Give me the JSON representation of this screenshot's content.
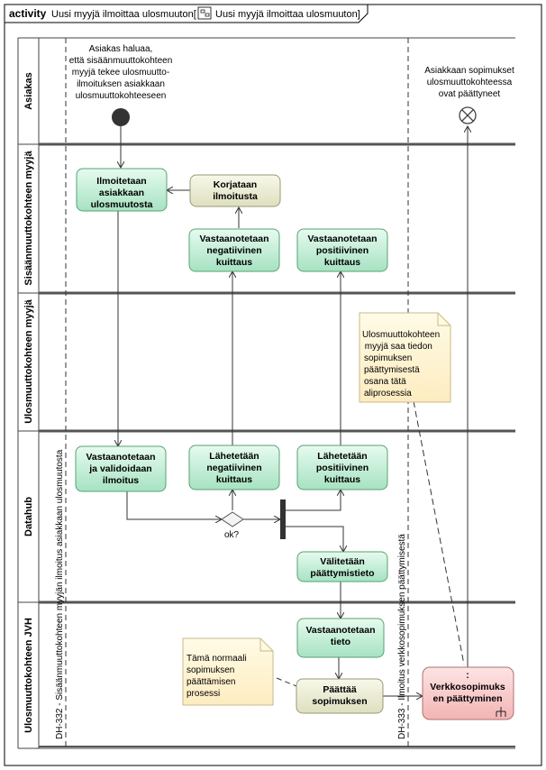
{
  "frame": {
    "keyword": "activity",
    "name": "Uusi myyjä ilmoittaa ulosmuuton[",
    "tab_suffix": "Uusi myyjä ilmoittaa ulosmuuton]"
  },
  "lanes": [
    "Asiakas",
    "Sisäänmuuttokohteen myyjä",
    "Ulosmuuttokohteen myyjä",
    "Datahub",
    "Ulosmuuttokohteen JVH"
  ],
  "partitions": {
    "left": "DH-332 - Sisäänmuuttokohteen myyjän ilmoitus asiakkaan ulosmuutosta",
    "right": "DH-333 - Ilmoitus verkkosopimuksen päättymisestä"
  },
  "start_annotation": [
    "Asiakas haluaa,",
    "että sisäänmuuttokohteen",
    "myyjä tekee ulosmuutto-",
    "ilmoituksen asiakkaan",
    "ulosmuuttokohteeseen"
  ],
  "end_annotation": [
    "Asiakkaan sopimukset",
    "ulosmuuttokohteessa",
    "ovat päättyneet"
  ],
  "actions": {
    "ilmoitetaan": [
      "Ilmoitetaan",
      "asiakkaan",
      "ulosmuutosta"
    ],
    "korjataan": [
      "Korjataan",
      "ilmoitusta"
    ],
    "vast_neg": [
      "Vastaanotetaan",
      "negatiivinen",
      "kuittaus"
    ],
    "vast_pos": [
      "Vastaanotetaan",
      "positiivinen",
      "kuittaus"
    ],
    "validoidaan": [
      "Vastaanotetaan",
      "ja validoidaan",
      "ilmoitus"
    ],
    "lah_neg": [
      "Lähetetään",
      "negatiivinen",
      "kuittaus"
    ],
    "lah_pos": [
      "Lähetetään",
      "positiivinen",
      "kuittaus"
    ],
    "valitetaan": [
      "Välitetään",
      "päättymistieto"
    ],
    "vast_tieto": [
      "Vastaanotetaan",
      "tieto"
    ],
    "paattaa": [
      "Päättää",
      "sopimuksen"
    ],
    "verkko": [
      ":",
      "Verkkosopimuks",
      "en päättyminen"
    ]
  },
  "decision_label": "ok?",
  "notes": {
    "ulos": [
      "Ulosmuuttokohteen",
      " myyjä saa tiedon",
      "sopimuksen",
      "päättymisestä",
      "osana tätä",
      "aliprosessia"
    ],
    "normaali": [
      "Tämä normaali",
      "sopimuksen",
      "päättämisen",
      "prosessi"
    ]
  },
  "colors": {
    "action_green": "#c8f0dc",
    "action_yellow": "#ecedd4",
    "action_pink": "#f6c8c8",
    "note": "#fff6d4"
  }
}
